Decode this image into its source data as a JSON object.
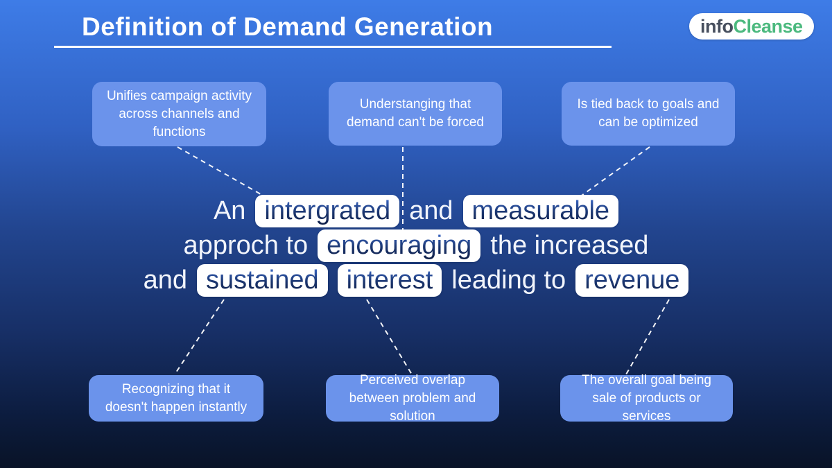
{
  "title": "Definition of Demand Generation",
  "logo": {
    "part1": "info",
    "part2": "Cleanse"
  },
  "top_boxes": [
    {
      "label": "Unifies campaign activity across channels and functions"
    },
    {
      "label": "Understanging that demand can't be forced"
    },
    {
      "label": "Is tied back to goals and can be optimized"
    }
  ],
  "bottom_boxes": [
    {
      "label": "Recognizing that it doesn't happen instantly"
    },
    {
      "label": "Perceived overlap between problem and solution"
    },
    {
      "label": "The overall goal being sale of products or services"
    }
  ],
  "center": {
    "line1": [
      {
        "text": "An",
        "hl": false
      },
      {
        "text": "intergrated",
        "hl": true
      },
      {
        "text": "and",
        "hl": false
      },
      {
        "text": "measurable",
        "hl": true
      }
    ],
    "line2": [
      {
        "text": "approch to",
        "hl": false
      },
      {
        "text": "encouraging",
        "hl": true
      },
      {
        "text": "the increased",
        "hl": false
      }
    ],
    "line3": [
      {
        "text": "and",
        "hl": false
      },
      {
        "text": "sustained",
        "hl": true
      },
      {
        "text": "interest",
        "hl": true
      },
      {
        "text": "leading to",
        "hl": false
      },
      {
        "text": "revenue",
        "hl": true
      }
    ]
  },
  "colors": {
    "background_top": "#3E7CE7",
    "background_bottom": "#091327",
    "box_fill": "#6B93EB",
    "highlight_pill_bg": "#FFFFFF",
    "highlight_text_top": "#4272D6",
    "highlight_text_bottom": "#101F47",
    "logo_info": "#474F5E",
    "logo_cleanse": "#4BB97E",
    "connector": "#FFFFFF"
  }
}
